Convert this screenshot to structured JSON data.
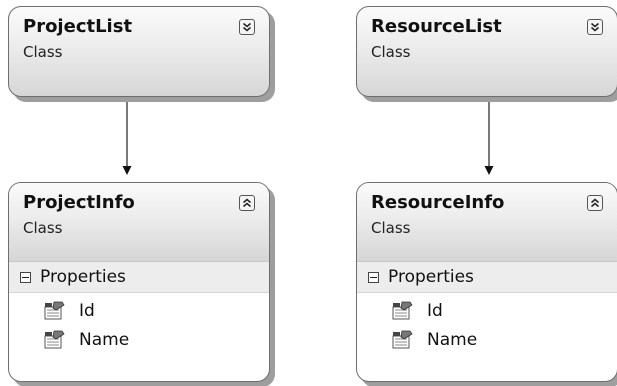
{
  "diagram": {
    "project_list": {
      "title": "ProjectList",
      "subtitle": "Class",
      "toggle_icon": "double-chevron-down-icon"
    },
    "resource_list": {
      "title": "ResourceList",
      "subtitle": "Class",
      "toggle_icon": "double-chevron-down-icon"
    },
    "project_info": {
      "title": "ProjectInfo",
      "subtitle": "Class",
      "toggle_icon": "double-chevron-up-icon",
      "compartment": "Properties",
      "members": [
        "Id",
        "Name"
      ]
    },
    "resource_info": {
      "title": "ResourceInfo",
      "subtitle": "Class",
      "toggle_icon": "double-chevron-up-icon",
      "compartment": "Properties",
      "members": [
        "Id",
        "Name"
      ]
    },
    "connectors": [
      {
        "from": "ProjectList",
        "to": "ProjectInfo"
      },
      {
        "from": "ResourceList",
        "to": "ResourceInfo"
      }
    ]
  }
}
